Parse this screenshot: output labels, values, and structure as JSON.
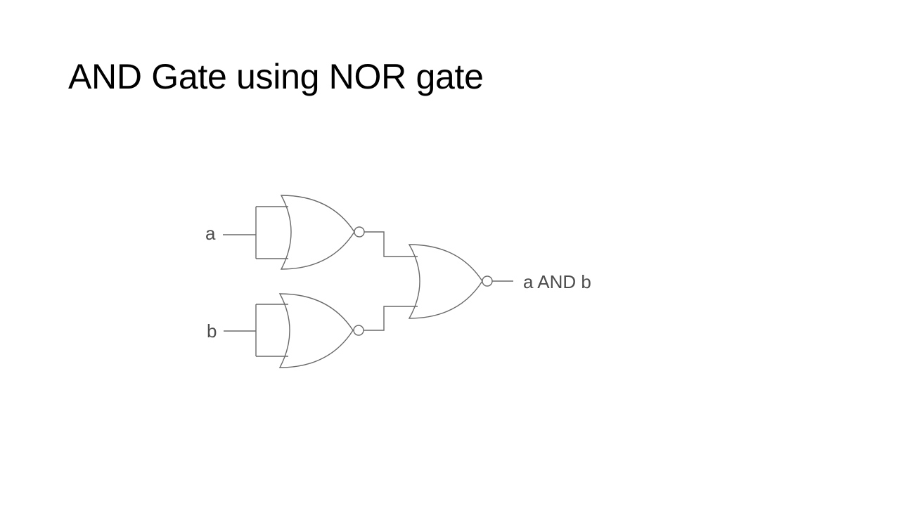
{
  "slide": {
    "title": "AND Gate using NOR gate"
  },
  "diagram": {
    "input_a": "a",
    "input_b": "b",
    "output": "a AND b",
    "gates": [
      {
        "name": "nor-gate-a",
        "type": "NOR",
        "inputs": [
          "a",
          "a"
        ]
      },
      {
        "name": "nor-gate-b",
        "type": "NOR",
        "inputs": [
          "b",
          "b"
        ]
      },
      {
        "name": "nor-gate-output",
        "type": "NOR",
        "inputs": [
          "nor-gate-a",
          "nor-gate-b"
        ]
      }
    ]
  }
}
